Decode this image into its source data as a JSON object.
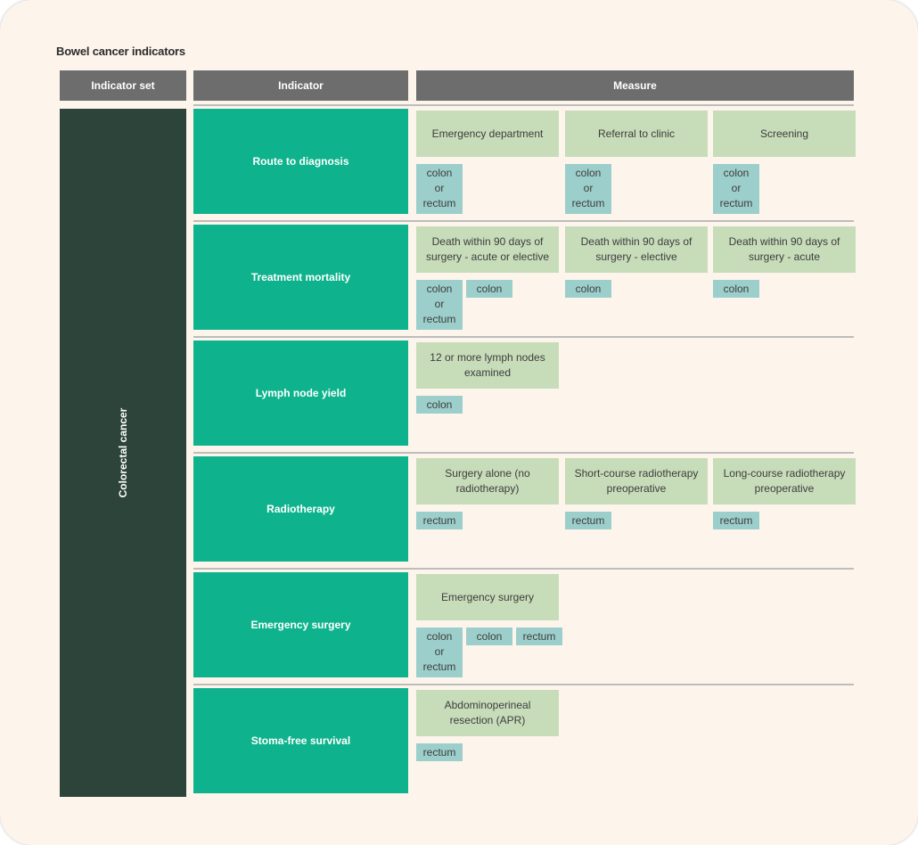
{
  "title": "Bowel cancer indicators",
  "headers": {
    "indicator_set": "Indicator set",
    "indicator": "Indicator",
    "measure": "Measure"
  },
  "indicator_set": "Colorectal cancer",
  "colors": {
    "background": "#fdf5ec",
    "header": "#6d6d6d",
    "indicator_set": "#2d443a",
    "indicator": "#0eb38d",
    "measure": "#c7dcb9",
    "site": "#9ccfcb"
  },
  "rows": [
    {
      "indicator": "Route to diagnosis",
      "measures": [
        {
          "label": "Emergency department",
          "sites": [
            "colon\nor\nrectum"
          ]
        },
        {
          "label": "Referral to clinic",
          "sites": [
            "colon\nor\nrectum"
          ]
        },
        {
          "label": "Screening",
          "sites": [
            "colon\nor\nrectum"
          ]
        }
      ]
    },
    {
      "indicator": "Treatment mortality",
      "measures": [
        {
          "label": "Death within 90 days of surgery - acute or elective",
          "sites": [
            "colon\nor\nrectum",
            "colon"
          ]
        },
        {
          "label": "Death within 90 days of surgery - elective",
          "sites": [
            "colon"
          ]
        },
        {
          "label": "Death within 90 days of surgery - acute",
          "sites": [
            "colon"
          ]
        }
      ]
    },
    {
      "indicator": "Lymph node yield",
      "measures": [
        {
          "label": "12 or more lymph nodes examined",
          "sites": [
            "colon"
          ]
        }
      ]
    },
    {
      "indicator": "Radiotherapy",
      "measures": [
        {
          "label": "Surgery alone (no radiotherapy)",
          "sites": [
            "rectum"
          ]
        },
        {
          "label": "Short-course radiotherapy preoperative",
          "sites": [
            "rectum"
          ]
        },
        {
          "label": "Long-course radiotherapy preoperative",
          "sites": [
            "rectum"
          ]
        }
      ]
    },
    {
      "indicator": "Emergency surgery",
      "measures": [
        {
          "label": "Emergency surgery",
          "sites": [
            "colon\nor\nrectum",
            "colon",
            "rectum"
          ]
        }
      ]
    },
    {
      "indicator": "Stoma-free survival",
      "measures": [
        {
          "label": "Abdominoperineal resection (APR)",
          "sites": [
            "rectum"
          ]
        }
      ]
    }
  ]
}
